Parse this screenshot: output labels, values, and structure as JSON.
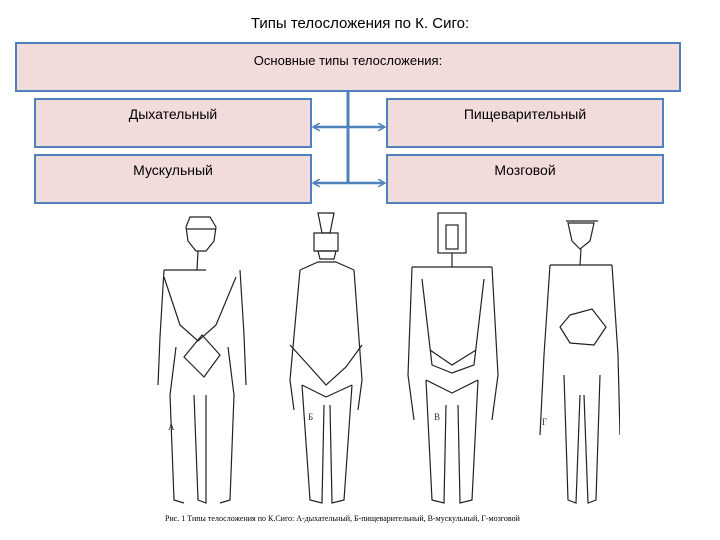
{
  "title": "Типы телосложения по К. Сиго:",
  "main_box": {
    "label": "Основные типы телосложения:"
  },
  "types": [
    {
      "label": "Дыхательный"
    },
    {
      "label": "Пищеварительный"
    },
    {
      "label": "Мускульный"
    },
    {
      "label": "Мозговой"
    }
  ],
  "figure_letters": [
    "А",
    "Б",
    "В",
    "Г"
  ],
  "caption": "Рис. 1  Типы  телосложения по К.Сиго: А-дыхательный, Б-пищеварительный, В-мускульный, Г-мозговой",
  "colors": {
    "box_fill": "#f2dcdb",
    "box_border": "#4f81bd",
    "connector": "#4f81bd"
  }
}
